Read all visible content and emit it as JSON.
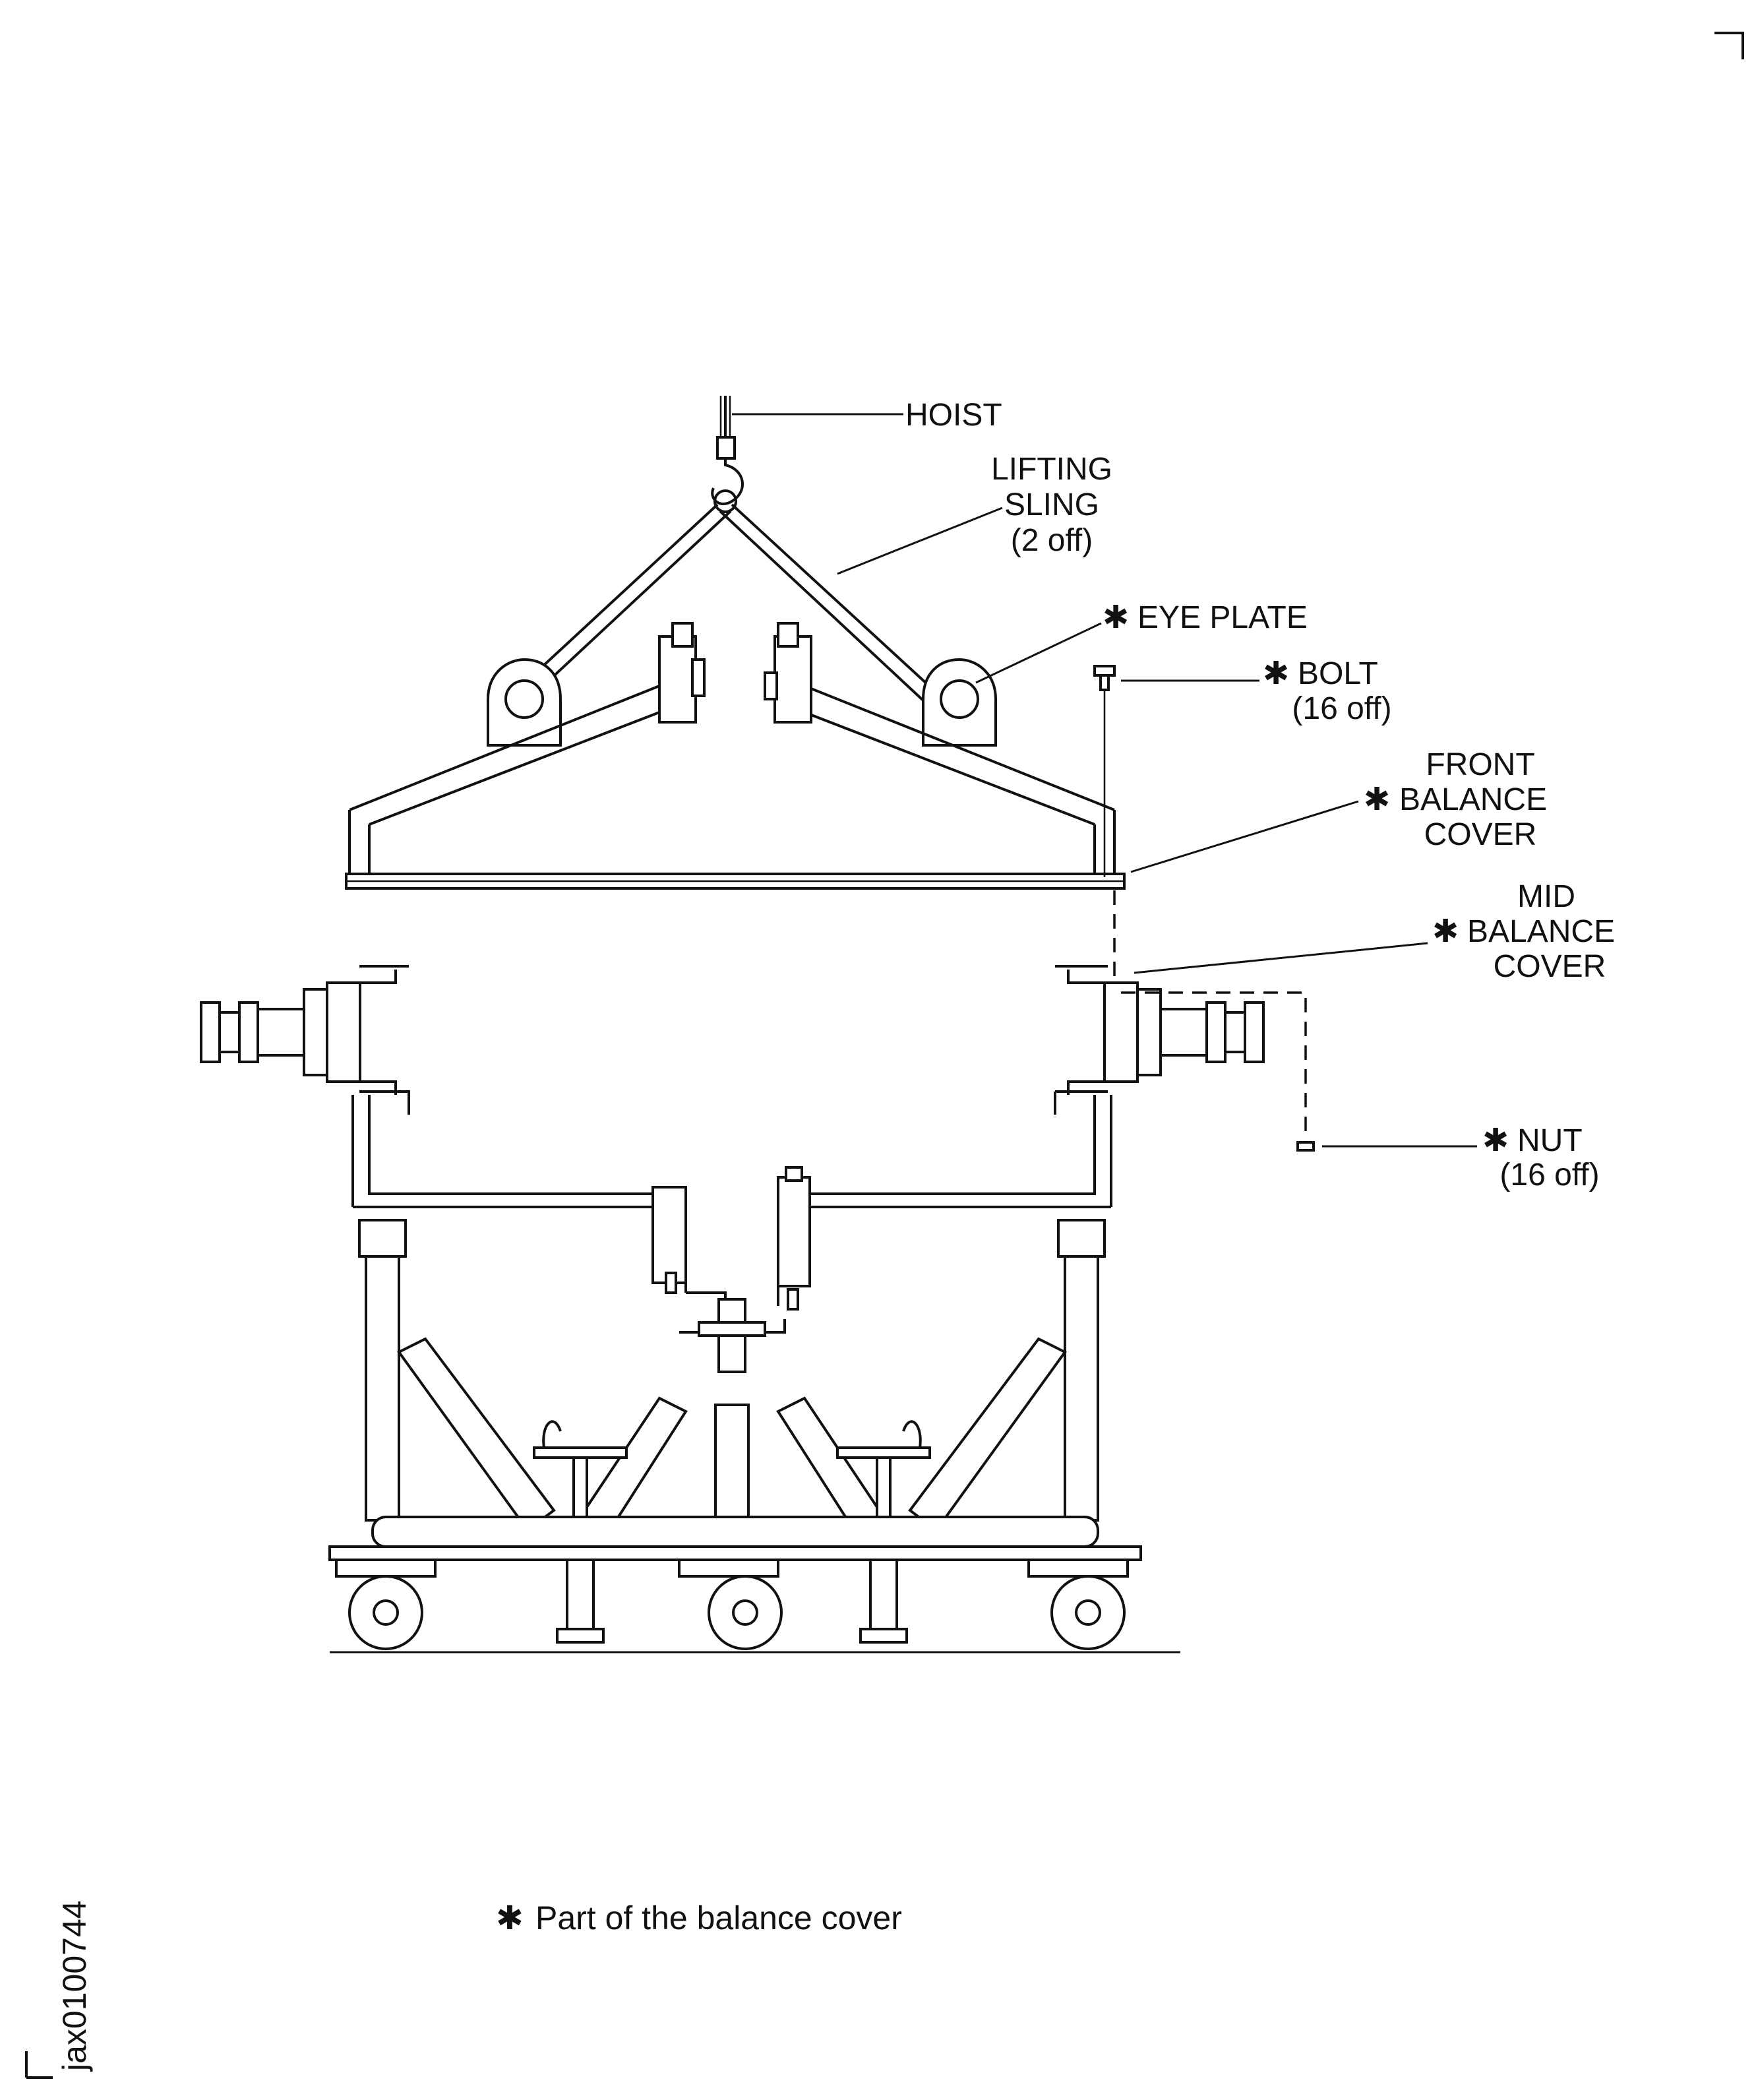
{
  "labels": {
    "hoist": "HOIST",
    "lifting_sling": [
      "LIFTING",
      "SLING",
      "(2 off)"
    ],
    "eye_plate": "EYE PLATE",
    "bolt": [
      "BOLT",
      "(16 off)"
    ],
    "front_balance_cover": [
      "FRONT",
      "BALANCE",
      "COVER"
    ],
    "mid_balance_cover": [
      "MID",
      "BALANCE",
      "COVER"
    ],
    "nut": [
      "NUT",
      "(16 off)"
    ]
  },
  "asterisk_symbol": "✱",
  "footnote": "Part of the balance cover",
  "figure_id": "jax0100744",
  "colors": {
    "line": "#111111",
    "background": "#ffffff"
  }
}
